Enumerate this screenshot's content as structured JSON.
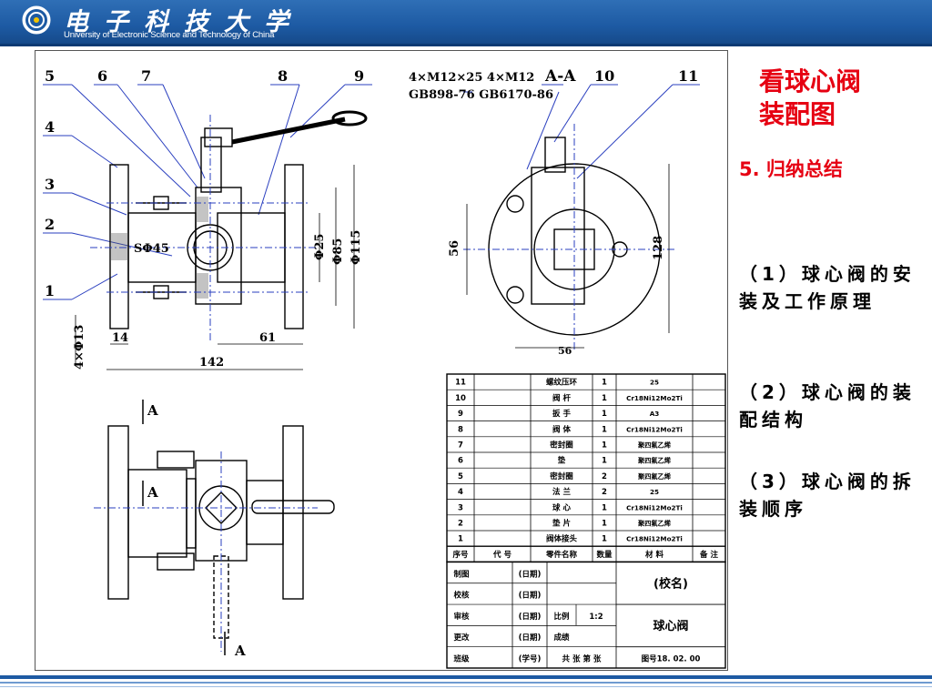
{
  "header": {
    "university_cn": "电子科技大学",
    "university_en": "University of Electronic Science and Technology of China",
    "logo_icon": "university-seal-icon"
  },
  "slide": {
    "title_line1": "看球心阀",
    "title_line2": "装配图",
    "subtitle": "5. 归纳总结",
    "items": [
      "（1）球心阀的安装及工作原理",
      "（2）球心阀的装配结构",
      "（3）球心阀的拆装顺序"
    ]
  },
  "drawing": {
    "balloons": [
      "1",
      "2",
      "3",
      "4",
      "5",
      "6",
      "7",
      "8",
      "9",
      "10",
      "11"
    ],
    "note1": "4×M12×25 4×M12",
    "note2": "GB898-76  GB6170-86",
    "section_label": "A-A",
    "view_label": "A",
    "dims": {
      "s_phi45": "SΦ45",
      "phi25": "Φ25",
      "phi85": "Φ85",
      "phi115": "Φ115",
      "d14": "14",
      "d61": "61",
      "d142": "142",
      "d4phi13": "4×Φ13",
      "d56v": "56",
      "d56h": "56",
      "d128": "128"
    },
    "parts_table": {
      "rows": [
        {
          "no": "11",
          "code": "",
          "name": "螺纹压环",
          "qty": "1",
          "material": "25",
          "note": ""
        },
        {
          "no": "10",
          "code": "",
          "name": "阀  杆",
          "qty": "1",
          "material": "Cr18Ni12Mo2Ti",
          "note": ""
        },
        {
          "no": "9",
          "code": "",
          "name": "扳  手",
          "qty": "1",
          "material": "A3",
          "note": ""
        },
        {
          "no": "8",
          "code": "",
          "name": "阀  体",
          "qty": "1",
          "material": "Cr18Ni12Mo2Ti",
          "note": ""
        },
        {
          "no": "7",
          "code": "",
          "name": "密封圈",
          "qty": "1",
          "material": "聚四氟乙烯",
          "note": ""
        },
        {
          "no": "6",
          "code": "",
          "name": "垫",
          "qty": "1",
          "material": "聚四氟乙烯",
          "note": ""
        },
        {
          "no": "5",
          "code": "",
          "name": "密封圈",
          "qty": "2",
          "material": "聚四氟乙烯",
          "note": ""
        },
        {
          "no": "4",
          "code": "",
          "name": "法  兰",
          "qty": "2",
          "material": "25",
          "note": ""
        },
        {
          "no": "3",
          "code": "",
          "name": "球  心",
          "qty": "1",
          "material": "Cr18Ni12Mo2Ti",
          "note": ""
        },
        {
          "no": "2",
          "code": "",
          "name": "垫  片",
          "qty": "1",
          "material": "聚四氟乙烯",
          "note": ""
        },
        {
          "no": "1",
          "code": "",
          "name": "阀体接头",
          "qty": "1",
          "material": "Cr18Ni12Mo2Ti",
          "note": ""
        }
      ],
      "header": [
        "序号",
        "代  号",
        "零件名称",
        "数量",
        "材    料",
        "备 注"
      ]
    },
    "title_block": {
      "roles": [
        "制图",
        "校核",
        "审核",
        "更改",
        "班级"
      ],
      "date_cells": [
        "(日期)",
        "(日期)",
        "(日期)",
        "(日期)",
        "(学号)"
      ],
      "scale_label": "比例",
      "scale_value": "1:2",
      "score_label": "成绩",
      "sheet": "共  张 第  张",
      "school": "(校名)",
      "part_name": "球心阀",
      "drawing_no": "图号18. 02. 00"
    }
  },
  "colors": {
    "header_blue": "#1d5aa3",
    "title_red": "#e60012",
    "leader_blue": "#2a3fbf"
  }
}
